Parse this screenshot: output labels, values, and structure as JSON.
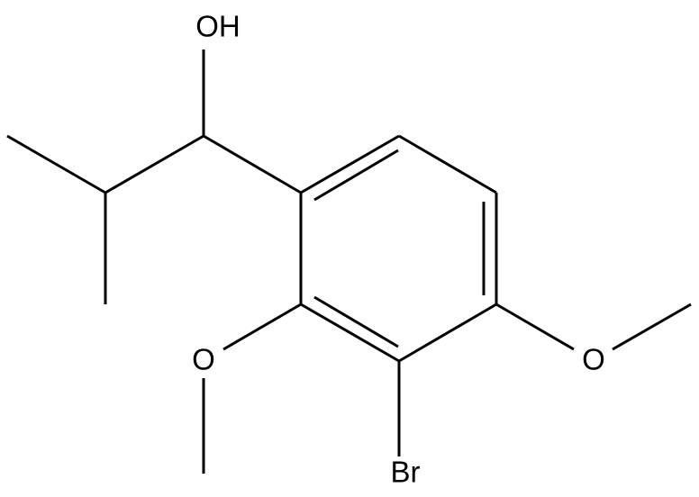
{
  "molecule": {
    "labels": {
      "hydroxyl": "OH",
      "methoxy_ortho": "O",
      "methoxy_para": "O",
      "bromine": "Br"
    },
    "colors": {
      "bond": "#000000",
      "text": "#000000",
      "background": "#ffffff"
    }
  }
}
